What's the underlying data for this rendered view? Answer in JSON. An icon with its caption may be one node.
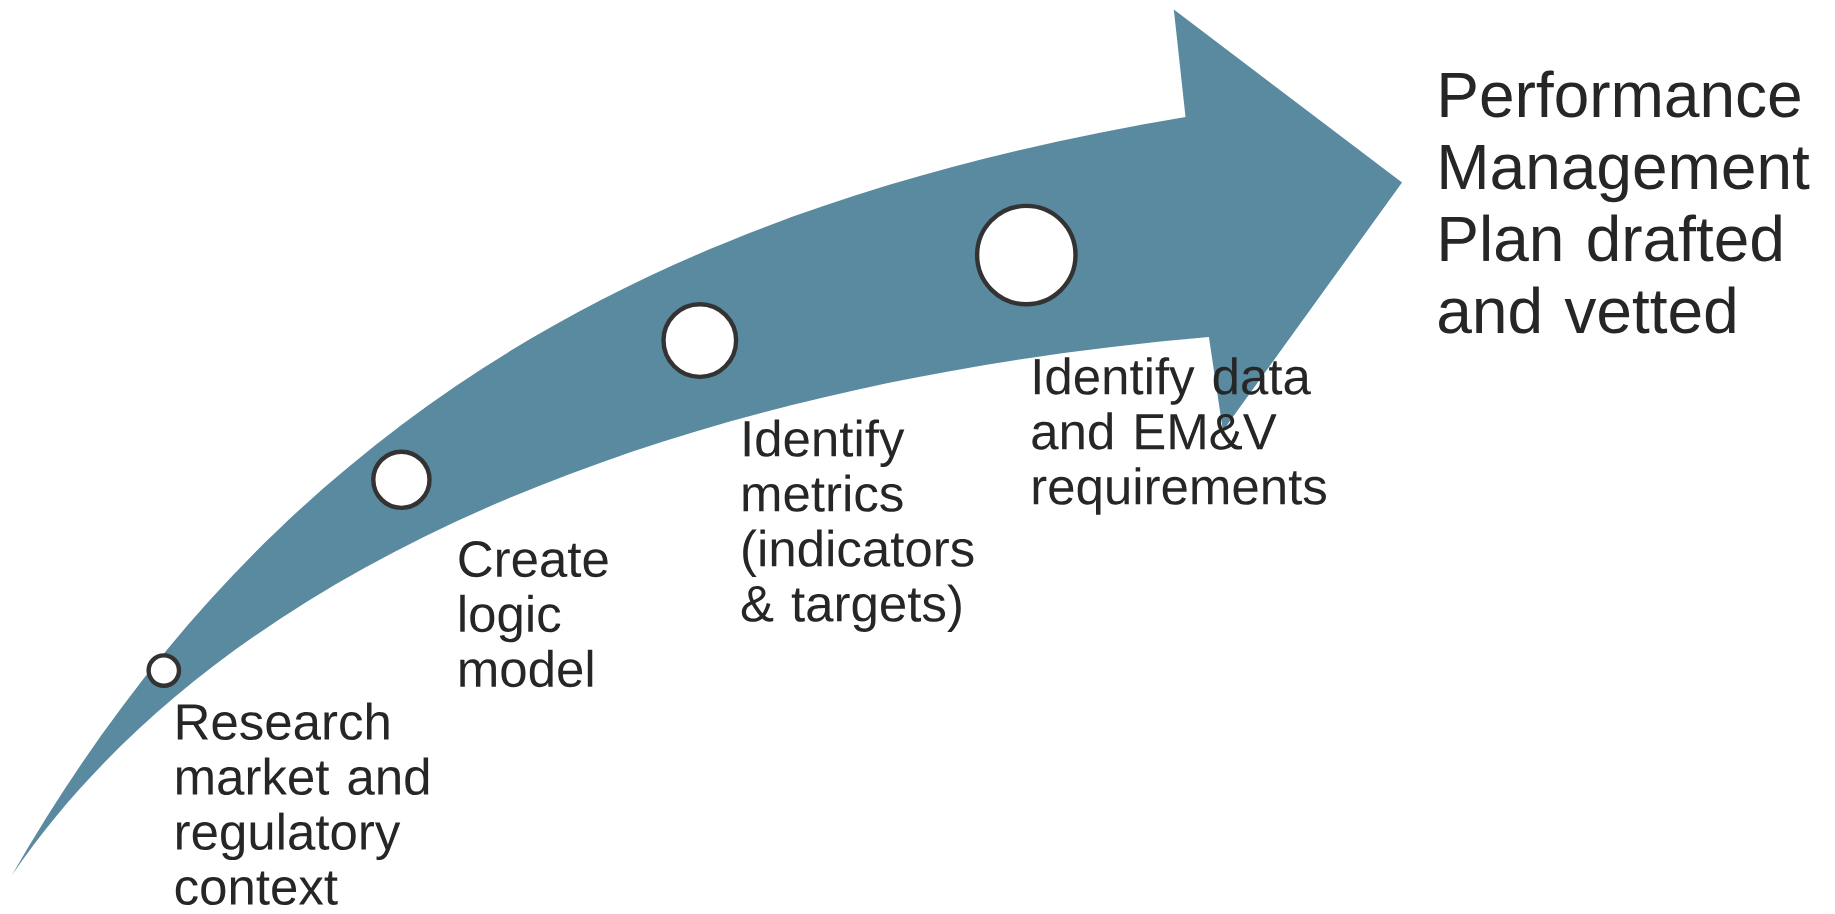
{
  "diagram": {
    "nodes": [
      {
        "text": [],
        "shape": "circle",
        "beside": [
          "Research market and regulatory context"
        ]
      },
      {
        "text": [],
        "shape": "circle",
        "beside": [
          "Create logic model"
        ]
      },
      {
        "text": [],
        "shape": "circle",
        "beside": [
          "Identify metrics (indicators & targets)"
        ]
      },
      {
        "text": [],
        "shape": "circle",
        "beside": [
          "Identify data and EM&V requirements"
        ]
      }
    ],
    "labels": [
      "Performance Management Plan drafted and vetted"
    ]
  }
}
